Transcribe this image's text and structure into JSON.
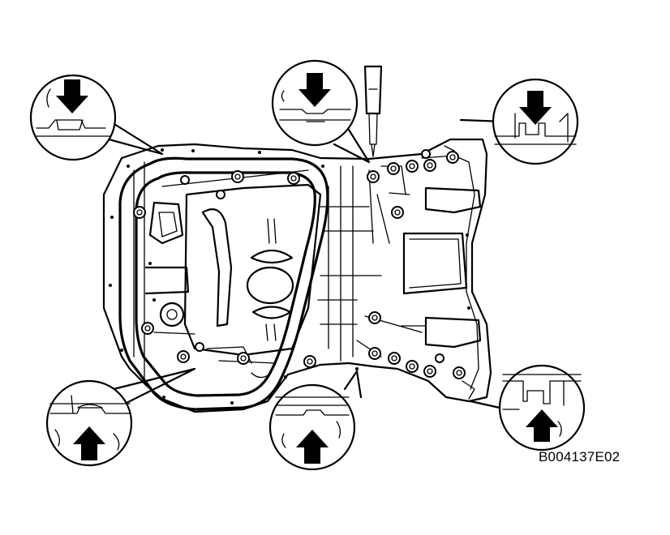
{
  "figure": {
    "reference_code": "B004137E02"
  },
  "callouts": [
    {
      "id": "top-left",
      "arrow_direction": "down"
    },
    {
      "id": "top-center",
      "arrow_direction": "down"
    },
    {
      "id": "top-right",
      "arrow_direction": "down"
    },
    {
      "id": "bottom-left",
      "arrow_direction": "up"
    },
    {
      "id": "bottom-center",
      "arrow_direction": "up"
    },
    {
      "id": "bottom-right",
      "arrow_direction": "up"
    }
  ],
  "colors": {
    "line": "#000000",
    "background": "#ffffff"
  }
}
